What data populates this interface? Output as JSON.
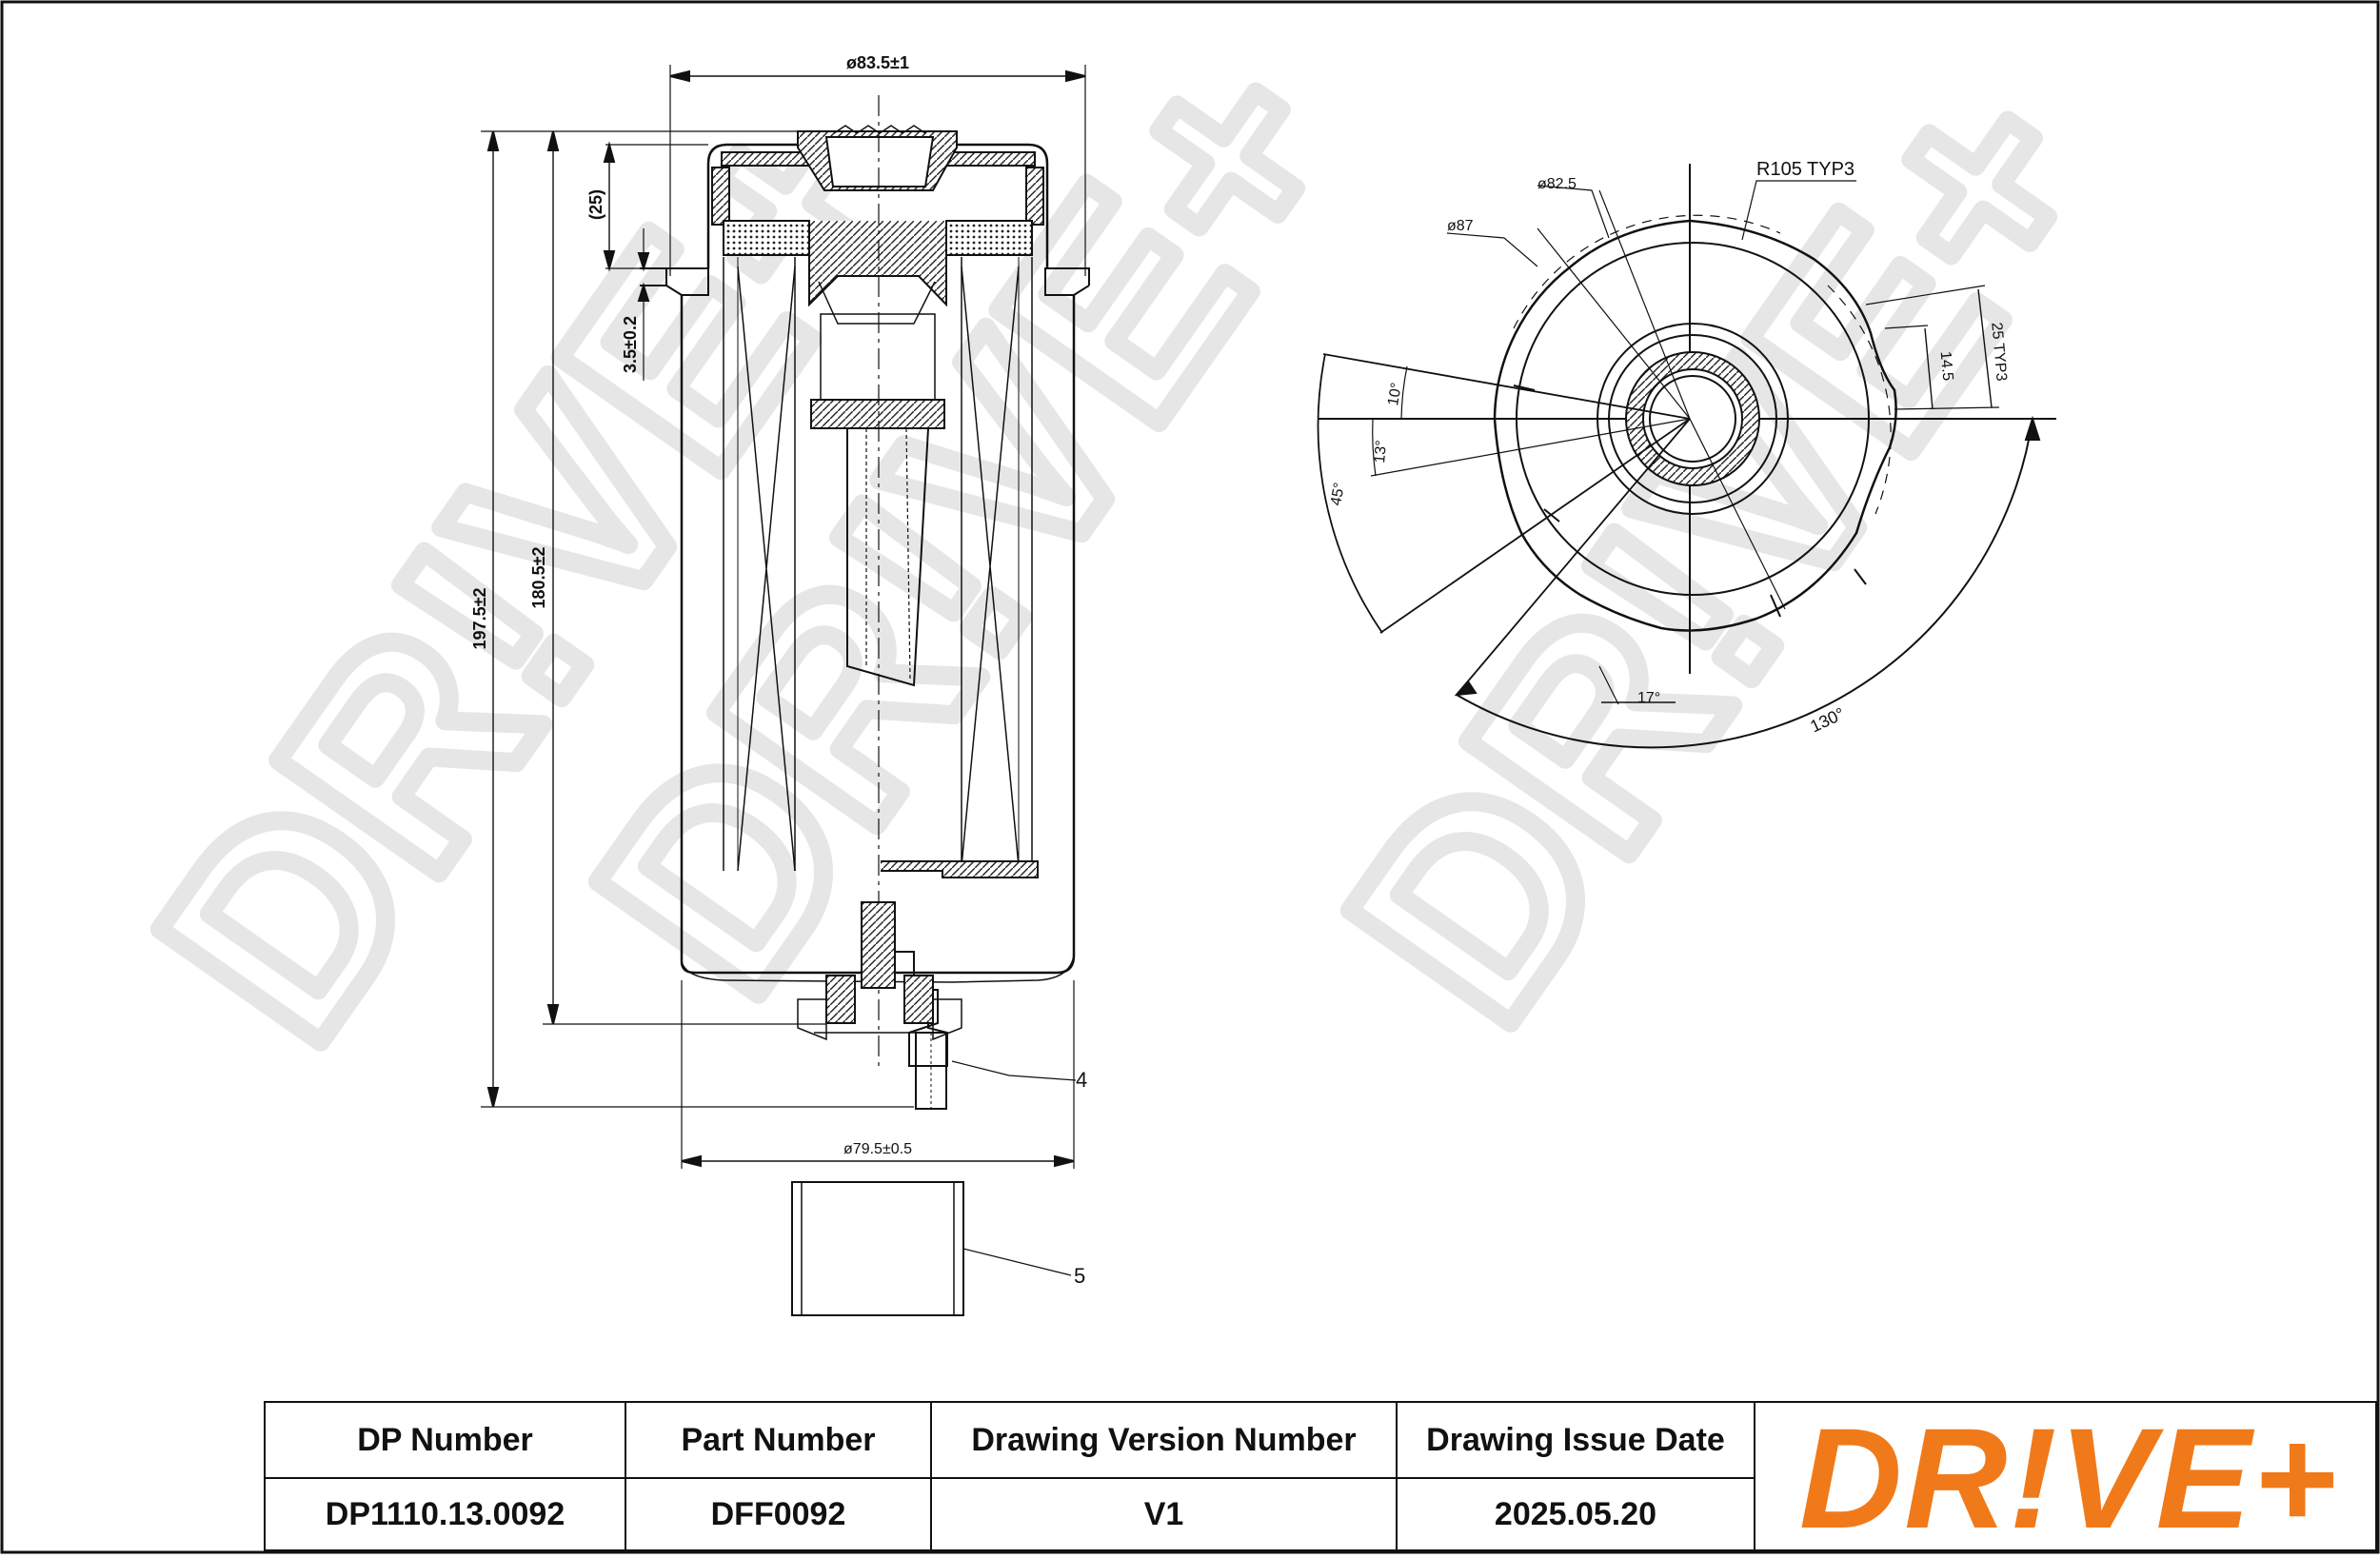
{
  "drawing": {
    "dimensions": {
      "top_diameter": "ø83.5±1",
      "bottom_diameter": "ø79.5±0.5",
      "height_overall": "197.5±2",
      "height_body": "180.5±2",
      "cap_height": "(25)",
      "flange": "3.5±0.2",
      "callout_4": "4",
      "callout_5": "5",
      "r105": "R105  TYP3",
      "d825": "ø82.5",
      "d87": "ø87",
      "a10": "10°",
      "a13": "13°",
      "a45": "45°",
      "d25typ": "25  TYP3",
      "d145": "14.5",
      "a17": "17°",
      "a130": "130°"
    },
    "watermark": "DR!VE+"
  },
  "title_block": {
    "headers": [
      "DP Number",
      "Part Number",
      "Drawing Version Number",
      "Drawing Issue Date"
    ],
    "values": [
      "DP1110.13.0092",
      "DFF0092",
      "V1",
      "2025.05.20"
    ],
    "logo": "DR!VE+"
  },
  "colors": {
    "logo": "#f07a1a",
    "line": "#111111",
    "watermark": "#e6e6e6"
  }
}
